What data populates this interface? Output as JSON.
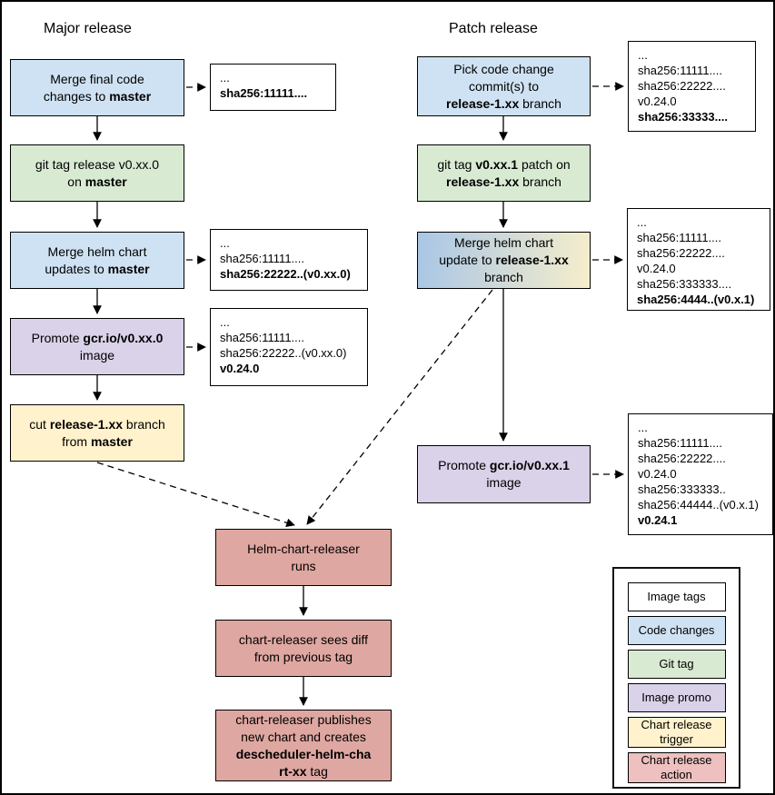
{
  "colors": {
    "image_tags": "#ffffff",
    "code_changes": "#cfe2f3",
    "git_tag": "#d9ead3",
    "image_promo": "#d9d2e9",
    "chart_trigger": "#fff2cc",
    "chart_action_flow": "#dfa7a1",
    "chart_action_legend": "#eec0c0",
    "gradient_left": "#a9c6e6",
    "gradient_right": "#f6eecb",
    "stroke": "#000000"
  },
  "titles": {
    "major": "Major release",
    "patch": "Patch release"
  },
  "major_steps": [
    {
      "lines": [
        [
          {
            "t": "Merge final code"
          }
        ],
        [
          {
            "t": "changes to "
          },
          {
            "t": "master",
            "b": true
          }
        ]
      ]
    },
    {
      "lines": [
        [
          {
            "t": "git tag release v0.xx.0"
          }
        ],
        [
          {
            "t": "on "
          },
          {
            "t": "master",
            "b": true
          }
        ]
      ]
    },
    {
      "lines": [
        [
          {
            "t": "Merge helm chart"
          }
        ],
        [
          {
            "t": "updates to "
          },
          {
            "t": "master",
            "b": true
          }
        ]
      ]
    },
    {
      "lines": [
        [
          {
            "t": "Promote "
          },
          {
            "t": "gcr.io/v0.xx.0",
            "b": true
          }
        ],
        [
          {
            "t": "image"
          }
        ]
      ]
    },
    {
      "lines": [
        [
          {
            "t": "cut "
          },
          {
            "t": "release-1.xx",
            "b": true
          },
          {
            "t": " branch"
          }
        ],
        [
          {
            "t": "from "
          },
          {
            "t": "master",
            "b": true
          }
        ]
      ]
    }
  ],
  "patch_steps": [
    {
      "lines": [
        [
          {
            "t": "Pick code change"
          }
        ],
        [
          {
            "t": "commit(s) to"
          }
        ],
        [
          {
            "t": "release-1.xx",
            "b": true
          },
          {
            "t": " branch"
          }
        ]
      ]
    },
    {
      "lines": [
        [
          {
            "t": "git tag "
          },
          {
            "t": "v0.xx.1",
            "b": true
          },
          {
            "t": " patch on"
          }
        ],
        [
          {
            "t": "release-1.xx",
            "b": true
          },
          {
            "t": " branch"
          }
        ]
      ]
    },
    {
      "lines": [
        [
          {
            "t": "Merge helm chart"
          }
        ],
        [
          {
            "t": "update to "
          },
          {
            "t": "release-1.xx",
            "b": true
          }
        ],
        [
          {
            "t": "branch"
          }
        ]
      ]
    },
    {
      "lines": [
        [
          {
            "t": "Promote "
          },
          {
            "t": "gcr.io/v0.xx.1",
            "b": true
          }
        ],
        [
          {
            "t": "image"
          }
        ]
      ]
    }
  ],
  "chart_steps": [
    {
      "lines": [
        [
          {
            "t": "Helm-chart-releaser"
          }
        ],
        [
          {
            "t": "runs"
          }
        ]
      ]
    },
    {
      "lines": [
        [
          {
            "t": "chart-releaser sees diff"
          }
        ],
        [
          {
            "t": "from previous tag"
          }
        ]
      ]
    },
    {
      "lines": [
        [
          {
            "t": "chart-releaser publishes"
          }
        ],
        [
          {
            "t": "new chart and creates"
          }
        ],
        [
          {
            "t": "descheduler-helm-cha",
            "b": true
          }
        ],
        [
          {
            "t": "rt-xx",
            "b": true
          },
          {
            "t": " tag"
          }
        ]
      ]
    }
  ],
  "major_notes": [
    {
      "lines": [
        [
          {
            "t": "..."
          }
        ],
        [
          {
            "t": "sha256:11111....",
            "b": true
          }
        ]
      ]
    },
    {
      "lines": [
        [
          {
            "t": "..."
          }
        ],
        [
          {
            "t": "sha256:11111...."
          }
        ],
        [
          {
            "t": "sha256:22222..(v0.xx.0)",
            "b": true
          }
        ]
      ]
    },
    {
      "lines": [
        [
          {
            "t": "..."
          }
        ],
        [
          {
            "t": "sha256:11111...."
          }
        ],
        [
          {
            "t": "sha256:22222..(v0.xx.0)"
          }
        ],
        [
          {
            "t": "v0.24.0",
            "b": true
          }
        ]
      ]
    }
  ],
  "patch_notes": [
    {
      "lines": [
        [
          {
            "t": "..."
          }
        ],
        [
          {
            "t": "sha256:11111...."
          }
        ],
        [
          {
            "t": "sha256:22222...."
          }
        ],
        [
          {
            "t": "v0.24.0"
          }
        ],
        [
          {
            "t": "sha256:33333....",
            "b": true
          }
        ]
      ]
    },
    {
      "lines": [
        [
          {
            "t": "..."
          }
        ],
        [
          {
            "t": "sha256:11111...."
          }
        ],
        [
          {
            "t": "sha256:22222...."
          }
        ],
        [
          {
            "t": "v0.24.0"
          }
        ],
        [
          {
            "t": "sha256:333333...."
          }
        ],
        [
          {
            "t": "sha256:4444..(v0.x.1)",
            "b": true
          }
        ]
      ]
    },
    {
      "lines": [
        [
          {
            "t": "..."
          }
        ],
        [
          {
            "t": "sha256:11111...."
          }
        ],
        [
          {
            "t": "sha256:22222...."
          }
        ],
        [
          {
            "t": "v0.24.0"
          }
        ],
        [
          {
            "t": "sha256:333333.."
          }
        ],
        [
          {
            "t": "sha256:44444..(v0.x.1)"
          }
        ],
        [
          {
            "t": "v0.24.1",
            "b": true
          }
        ]
      ]
    }
  ],
  "legend": {
    "items": [
      {
        "label": "Image tags"
      },
      {
        "label": "Code changes"
      },
      {
        "label": "Git tag"
      },
      {
        "label": "Image promo"
      },
      {
        "lines": [
          [
            {
              "t": "Chart release"
            }
          ],
          [
            {
              "t": "trigger"
            }
          ]
        ]
      },
      {
        "lines": [
          [
            {
              "t": "Chart release"
            }
          ],
          [
            {
              "t": "action"
            }
          ]
        ]
      }
    ]
  }
}
